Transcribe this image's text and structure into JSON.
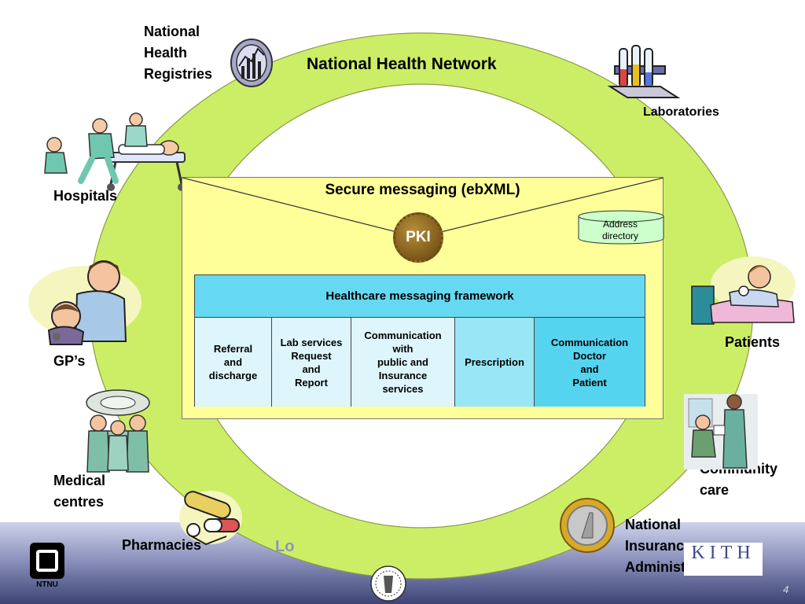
{
  "title": "National Health Network",
  "labels": {
    "registries": [
      "National",
      "Health",
      "Registries"
    ],
    "laboratories": "Laboratories",
    "hospitals": "Hospitals",
    "gps": "GP’s",
    "medical_centres": [
      "Medical",
      "centres"
    ],
    "pharmacies": "Pharmacies",
    "patients": "Patients",
    "community_care": [
      "Community",
      "care"
    ],
    "insurance": [
      "National",
      "Insurance",
      "Administration"
    ]
  },
  "envelope": {
    "title": "Secure messaging (ebXML)",
    "pki": "PKI",
    "address_directory": [
      "Address",
      "directory"
    ]
  },
  "framework": {
    "header": "Healthcare messaging framework",
    "cells": [
      "Referral\nand\ndischarge",
      "Lab services\nRequest\nand\nReport",
      "Communication\nwith\npublic and\nInsurance\nservices",
      "Prescription",
      "Communication\nDoctor\nand\nPatient"
    ]
  },
  "footer": {
    "ntnu": "NTNU",
    "kith": "KITH",
    "partial_text": "Lo",
    "page_number": "4"
  },
  "icons": [
    "registries-chart-icon",
    "laboratory-test-tubes-icon",
    "hospital-stretcher-icon",
    "gp-doctor-icon",
    "medical-centre-surgery-icon",
    "pharmacy-pills-icon",
    "patient-bed-icon",
    "community-care-nurse-icon",
    "insurance-coin-icon",
    "university-seal-icon"
  ],
  "colors": {
    "ring": "#ccee66",
    "envelope": "#ffff99",
    "framework_header": "#66d9f2",
    "cell_light": "#ddf5fb",
    "cell_mid": "#99e6f7",
    "cell_dark": "#55d4f0",
    "directory": "#ccffcc"
  }
}
